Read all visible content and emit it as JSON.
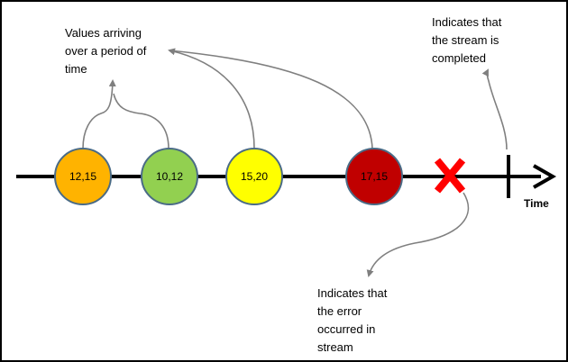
{
  "annotations": {
    "values_note": [
      "Values arriving",
      "over a period of",
      "time"
    ],
    "completed_note": [
      "Indicates that",
      "the stream is",
      "completed"
    ],
    "error_note": [
      "Indicates that",
      "the error",
      "occurred in",
      "stream"
    ]
  },
  "timeline": {
    "axis_label": "Time"
  },
  "values": [
    {
      "label": "12,15",
      "fill": "#FFB300"
    },
    {
      "label": "10,12",
      "fill": "#92D050"
    },
    {
      "label": "15,20",
      "fill": "#FFFF00"
    },
    {
      "label": "17,15",
      "fill": "#C00000"
    }
  ],
  "colors": {
    "line": "#000000",
    "arrow": "#7F7F7F",
    "error_mark": "#FF0000",
    "circle_border": "#4A6B86"
  },
  "icons": {
    "error": "error-x-icon",
    "completion": "completion-bar-icon"
  }
}
